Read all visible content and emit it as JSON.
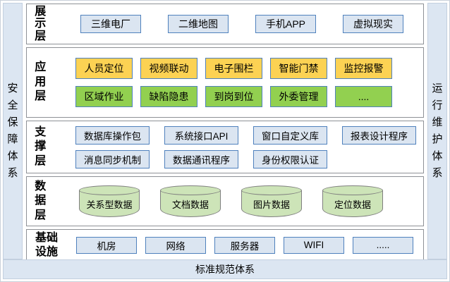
{
  "pillars": {
    "left": "安全保障体系",
    "right": "运行维护体系",
    "bottom": "标准规范体系"
  },
  "layers": [
    {
      "id": "presentation",
      "label": "展示层",
      "rows": [
        {
          "style": "blue",
          "items": [
            "三维电厂",
            "二维地图",
            "手机APP",
            "虚拟现实"
          ]
        }
      ]
    },
    {
      "id": "application",
      "label": "应用层",
      "rows": [
        {
          "style": "yellow",
          "items": [
            "人员定位",
            "视频联动",
            "电子围栏",
            "智能门禁",
            "监控报警"
          ]
        },
        {
          "style": "green",
          "items": [
            "区域作业",
            "缺陷隐患",
            "到岗到位",
            "外委管理",
            "...."
          ]
        }
      ]
    },
    {
      "id": "support",
      "label": "支撑层",
      "rows": [
        {
          "style": "blue",
          "items": [
            "数据库操作包",
            "系统接口API",
            "窗口自定义库",
            "报表设计程序"
          ]
        },
        {
          "style": "blue",
          "items": [
            "消息同步机制",
            "数据通讯程序",
            "身份权限认证"
          ]
        }
      ]
    },
    {
      "id": "data",
      "label": "数据层",
      "rows": [
        {
          "style": "cylinder",
          "items": [
            "关系型数据",
            "文档数据",
            "图片数据",
            "定位数据"
          ]
        }
      ]
    },
    {
      "id": "infrastructure",
      "label": "基础设施",
      "rows": [
        {
          "style": "blue",
          "items": [
            "机房",
            "网络",
            "服务器",
            "WIFI",
            "....."
          ]
        }
      ]
    }
  ],
  "colors": {
    "pillar_fill": "#dce6f2",
    "layer_border": "#8e9196",
    "box_blue": "#dbe5f1",
    "box_yellow": "#fcd253",
    "box_green": "#92d050",
    "box_border": "#4f81bd",
    "cylinder_fill": "#cde4b8",
    "cylinder_border": "#7f7f7f"
  }
}
